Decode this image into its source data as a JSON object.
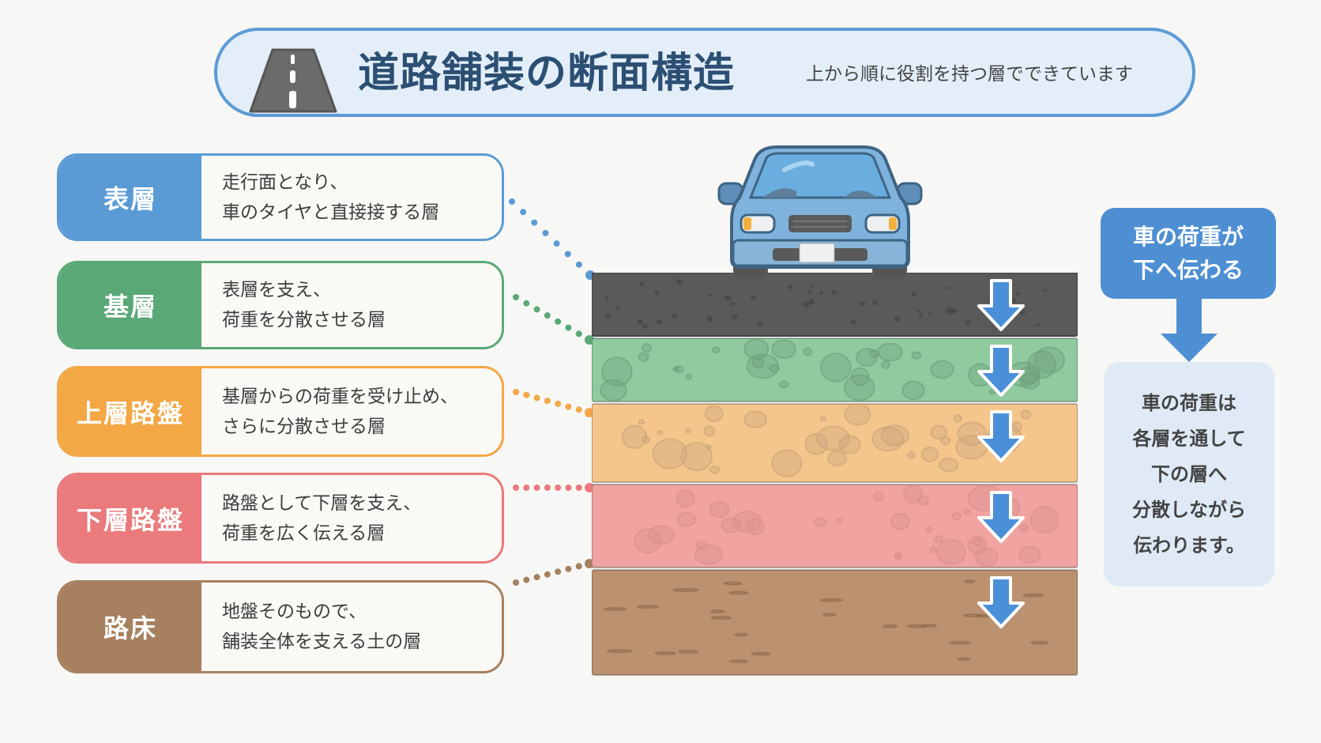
{
  "header": {
    "icon": "road-icon",
    "title": "道路舗装の断面構造",
    "subtitle": "上から順に役割を持つ層でできています"
  },
  "layers": [
    {
      "name": "表層",
      "desc_line1": "走行面となり、",
      "desc_line2": "車のタイヤと直接接する層",
      "color": "#5b9bd5",
      "fill": "#5a5a5a"
    },
    {
      "name": "基層",
      "desc_line1": "表層を支え、",
      "desc_line2": "荷重を分散させる層",
      "color": "#5aa876",
      "fill": "#8fcb9f"
    },
    {
      "name": "上層路盤",
      "desc_line1": "基層からの荷重を受け止め、",
      "desc_line2": "さらに分散させる層",
      "color": "#f3a745",
      "fill": "#f5c68c"
    },
    {
      "name": "下層路盤",
      "desc_line1": "路盤として下層を支え、",
      "desc_line2": "荷重を広く伝える層",
      "color": "#ea7a7c",
      "fill": "#f0a3a0"
    },
    {
      "name": "路床",
      "desc_line1": "地盤そのもので、",
      "desc_line2": "舗装全体を支える土の層",
      "color": "#a6805f",
      "fill": "#bb9170"
    }
  ],
  "illustration": {
    "vehicle": "car-icon",
    "load_arrow": "arrow-down-icon"
  },
  "load_panel": {
    "title_line1": "車の荷重が",
    "title_line2": "下へ伝わる",
    "desc_lines": [
      "車の荷重は",
      "各層を通して",
      "下の層へ",
      "分散しながら",
      "伝わります。"
    ],
    "accent": "#4e8fd3"
  }
}
